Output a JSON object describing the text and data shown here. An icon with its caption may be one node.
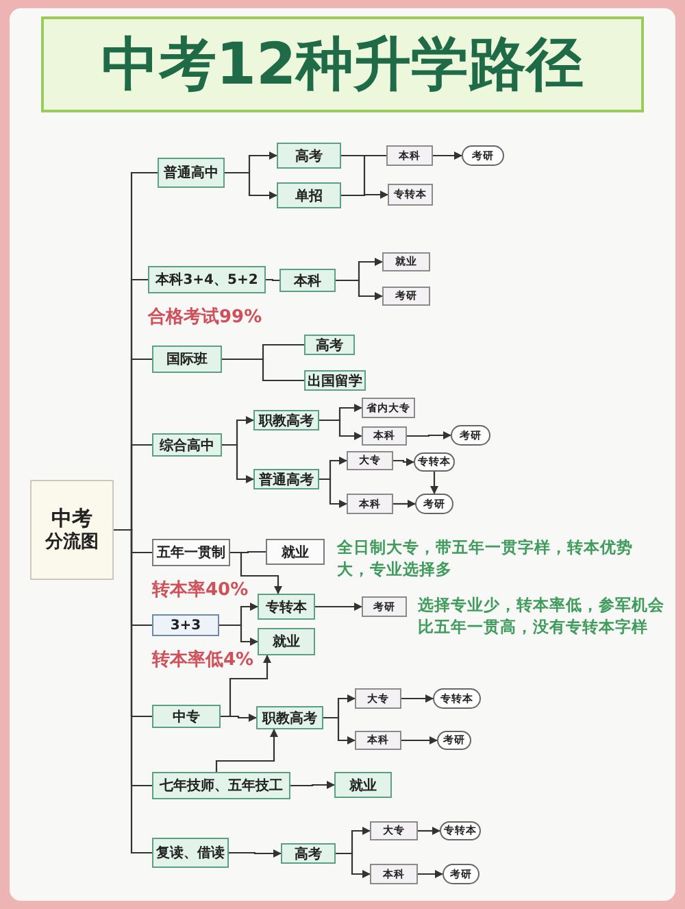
{
  "diagram": {
    "title": "中考12种升学路径",
    "nodes": [
      {
        "text": [
          "中考",
          "分流图"
        ]
      },
      {
        "text": [
          "普通高中"
        ]
      },
      {
        "text": [
          "高考"
        ]
      },
      {
        "text": [
          "单招"
        ]
      },
      {
        "text": [
          "本科"
        ]
      },
      {
        "text": [
          "考研"
        ]
      },
      {
        "text": [
          "专转本"
        ]
      },
      {
        "text": [
          "本科3+4、5+2"
        ],
        "beside": [
          "合格考试99%"
        ]
      },
      {
        "text": [
          "本科"
        ]
      },
      {
        "text": [
          "就业"
        ]
      },
      {
        "text": [
          "考研"
        ]
      },
      {
        "text": [
          "国际班"
        ]
      },
      {
        "text": [
          "高考"
        ]
      },
      {
        "text": [
          "出国留学"
        ]
      },
      {
        "text": [
          "综合高中"
        ]
      },
      {
        "text": [
          "职教高考"
        ]
      },
      {
        "text": [
          "普通高考"
        ]
      },
      {
        "text": [
          "省内大专"
        ]
      },
      {
        "text": [
          "本科"
        ]
      },
      {
        "text": [
          "考研"
        ]
      },
      {
        "text": [
          "大专"
        ]
      },
      {
        "text": [
          "专转本"
        ]
      },
      {
        "text": [
          "本科"
        ]
      },
      {
        "text": [
          "考研"
        ]
      },
      {
        "text": [
          "五年一贯制"
        ],
        "beside": [
          "转本率40%"
        ]
      },
      {
        "text": [
          "就业"
        ]
      },
      {
        "text": [
          "专转本"
        ]
      },
      {
        "text": [
          "考研"
        ]
      },
      {
        "text": [
          "3+3"
        ],
        "beside": [
          "转本率低4%"
        ]
      },
      {
        "text": [
          "就业"
        ]
      },
      {
        "text": [
          "中专"
        ]
      },
      {
        "text": [
          "职教高考"
        ]
      },
      {
        "text": [
          "大专"
        ]
      },
      {
        "text": [
          "专转本"
        ]
      },
      {
        "text": [
          "本科"
        ]
      },
      {
        "text": [
          "考研"
        ]
      },
      {
        "text": [
          "七年技师、五年技工"
        ]
      },
      {
        "text": [
          "就业"
        ]
      },
      {
        "text": [
          "复读、借读"
        ]
      },
      {
        "text": [
          "高考"
        ]
      },
      {
        "text": [
          "大专"
        ]
      },
      {
        "text": [
          "专转本"
        ]
      },
      {
        "text": [
          "本科"
        ]
      },
      {
        "text": [
          "考研"
        ]
      }
    ],
    "edges": [
      {
        "from": 0,
        "to": 1,
        "arrow": "none"
      },
      {
        "from": 0,
        "to": 7,
        "arrow": "none"
      },
      {
        "from": 0,
        "to": 11,
        "arrow": "none"
      },
      {
        "from": 0,
        "to": 14,
        "arrow": "none"
      },
      {
        "from": 0,
        "to": 24,
        "arrow": "none"
      },
      {
        "from": 0,
        "to": 28,
        "arrow": "none"
      },
      {
        "from": 0,
        "to": 30,
        "arrow": "none"
      },
      {
        "from": 0,
        "to": 36,
        "arrow": "none"
      },
      {
        "from": 0,
        "to": 38,
        "arrow": "none"
      },
      {
        "from": 1,
        "to": 2,
        "arrow": "to"
      },
      {
        "from": 1,
        "to": 3,
        "arrow": "to"
      },
      {
        "from": 2,
        "to": 4,
        "arrow": "none"
      },
      {
        "from": 4,
        "to": 5,
        "arrow": "to"
      },
      {
        "from": 2,
        "to": 6,
        "arrow": "to"
      },
      {
        "from": 3,
        "to": 6,
        "arrow": "none"
      },
      {
        "from": 7,
        "to": 8,
        "arrow": "none"
      },
      {
        "from": 8,
        "to": 9,
        "arrow": "to"
      },
      {
        "from": 8,
        "to": 10,
        "arrow": "to"
      },
      {
        "from": 11,
        "to": 12,
        "arrow": "none"
      },
      {
        "from": 11,
        "to": 13,
        "arrow": "none"
      },
      {
        "from": 14,
        "to": 15,
        "arrow": "to"
      },
      {
        "from": 14,
        "to": 16,
        "arrow": "to"
      },
      {
        "from": 15,
        "to": 17,
        "arrow": "to"
      },
      {
        "from": 15,
        "to": 18,
        "arrow": "to"
      },
      {
        "from": 18,
        "to": 19,
        "arrow": "to"
      },
      {
        "from": 16,
        "to": 20,
        "arrow": "to"
      },
      {
        "from": 16,
        "to": 22,
        "arrow": "to"
      },
      {
        "from": 20,
        "to": 21,
        "arrow": "to"
      },
      {
        "from": 21,
        "to": 23,
        "arrow": "to"
      },
      {
        "from": 22,
        "to": 23,
        "arrow": "to"
      },
      {
        "from": 24,
        "to": 25,
        "arrow": "none"
      },
      {
        "from": 24,
        "to": 26,
        "arrow": "to"
      },
      {
        "from": 26,
        "to": 27,
        "arrow": "to"
      },
      {
        "from": 28,
        "to": 26,
        "arrow": "to"
      },
      {
        "from": 28,
        "to": 29,
        "arrow": "to"
      },
      {
        "from": 30,
        "to": 29,
        "arrow": "to"
      },
      {
        "from": 30,
        "to": 31,
        "arrow": "to"
      },
      {
        "from": 31,
        "to": 32,
        "arrow": "to"
      },
      {
        "from": 31,
        "to": 34,
        "arrow": "to"
      },
      {
        "from": 32,
        "to": 33,
        "arrow": "to"
      },
      {
        "from": 34,
        "to": 35,
        "arrow": "to"
      },
      {
        "from": 36,
        "to": 31,
        "arrow": "to"
      },
      {
        "from": 36,
        "to": 37,
        "arrow": "to"
      },
      {
        "from": 38,
        "to": 39,
        "arrow": "to"
      },
      {
        "from": 39,
        "to": 40,
        "arrow": "to"
      },
      {
        "from": 39,
        "to": 42,
        "arrow": "to"
      },
      {
        "from": 40,
        "to": 41,
        "arrow": "to"
      },
      {
        "from": 42,
        "to": 43,
        "arrow": "to"
      }
    ],
    "labels": [
      "全日制大专，带五年一贯字样，转本优势大，专业选择多",
      "选择专业少，转本率低，参军机会比五年一贯高，没有专转本字样"
    ]
  }
}
